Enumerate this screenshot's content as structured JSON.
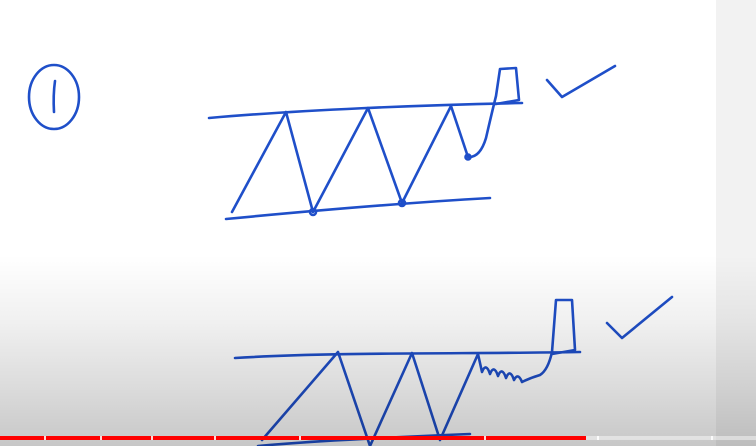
{
  "player": {
    "progress_fraction": 0.775,
    "chapter_markers": [
      0.058,
      0.132,
      0.2,
      0.283,
      0.395,
      0.64,
      0.79,
      0.94
    ]
  },
  "whiteboard": {
    "section_number": "1",
    "ink_color": "#1f4fc9"
  }
}
